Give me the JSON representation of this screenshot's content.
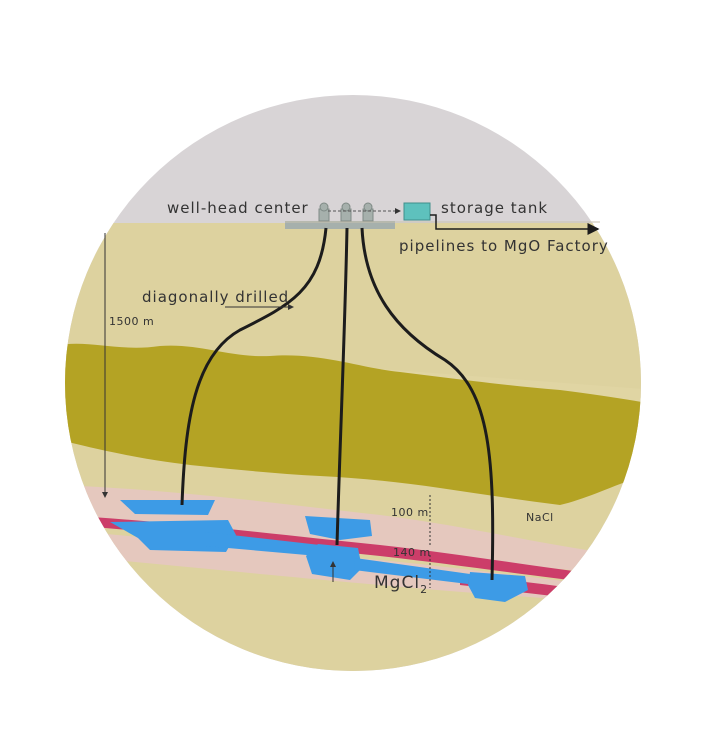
{
  "labels": {
    "wellhead": "well-head center",
    "storage": "storage tank",
    "pipelines": "pipelines to MgO Factory",
    "diagonal": "diagonally drilled",
    "depth": "1500 m",
    "thickness1": "100 m",
    "thickness2": "140 m",
    "salt": "NaCl",
    "mg_main": "MgCl",
    "mg_sub": "2"
  },
  "colors": {
    "sky": "#d8d4d6",
    "ground": "#ddd29f",
    "olive_band": "#b4a324",
    "halite_pink": "#e5c8be",
    "mg_red": "#cc3d69",
    "cavity_blue": "#3d9be6",
    "tank": "#5ec1bd",
    "wellhead_gray": "#a6b0ac",
    "pipe": "#1c1c1c"
  },
  "icons": [
    "wellhead-icon",
    "storage-tank-icon",
    "arrow-icon"
  ]
}
